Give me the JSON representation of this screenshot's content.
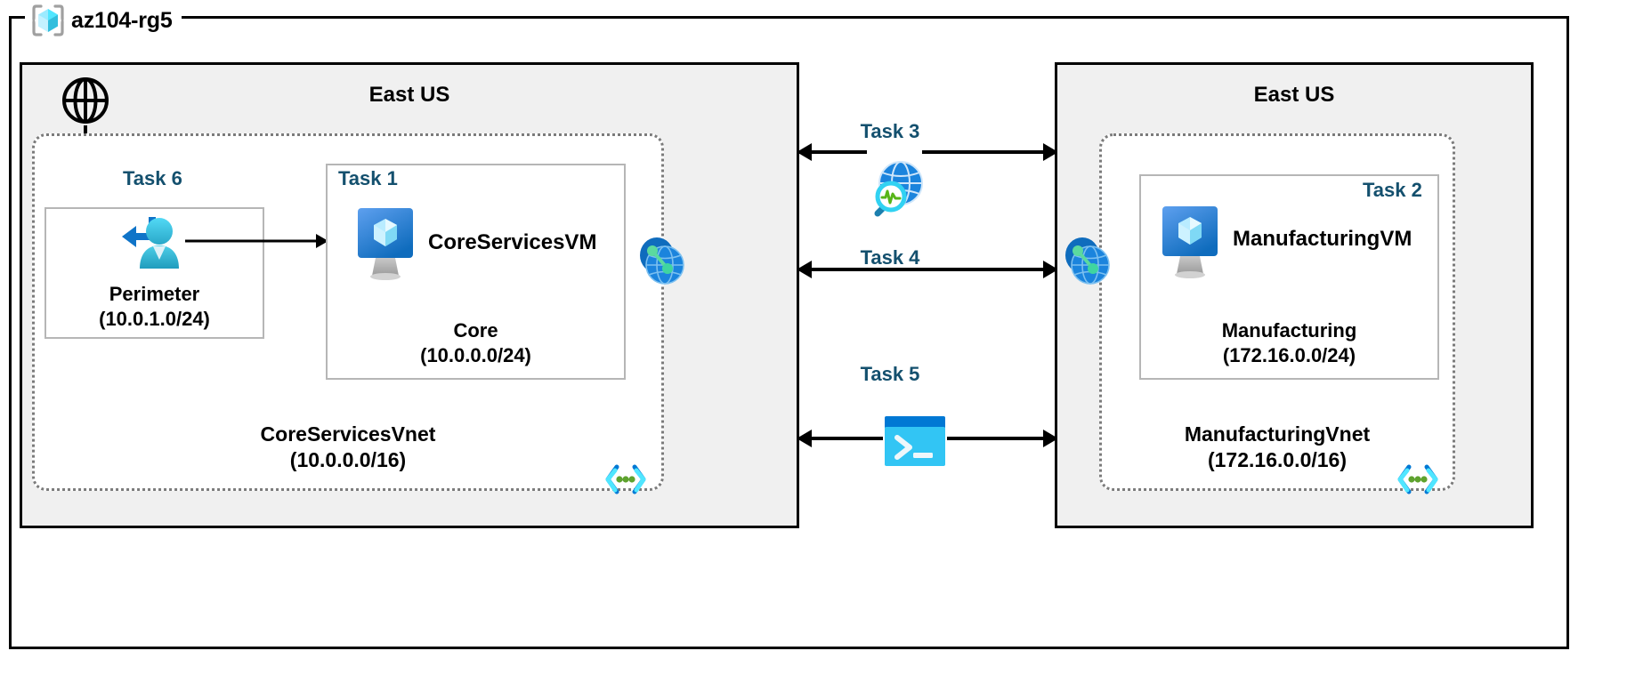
{
  "diagram": {
    "resource_group": {
      "name": "az104-rg5",
      "icon": "azure-resource-group-icon"
    },
    "regions": [
      {
        "id": "left",
        "title": "East US"
      },
      {
        "id": "right",
        "title": "East US"
      }
    ],
    "internet": {
      "icon": "globe-icon"
    },
    "vnets": [
      {
        "id": "core-services-vnet",
        "name": "CoreServicesVnet",
        "cidr": "(10.0.0.0/16)",
        "corner_icon": "virtual-network-icon"
      },
      {
        "id": "manufacturing-vnet",
        "name": "ManufacturingVnet",
        "cidr": "(172.16.0.0/16)",
        "corner_icon": "virtual-network-icon"
      }
    ],
    "subnets": [
      {
        "id": "perimeter",
        "name": "Perimeter",
        "cidr": "(10.0.1.0/24)",
        "task": "Task 6",
        "icon": "bastion-user-icon"
      },
      {
        "id": "core",
        "name": "Core",
        "cidr": "(10.0.0.0/24)",
        "task": "Task 1",
        "vm_name": "CoreServicesVM",
        "icon": "virtual-machine-icon"
      },
      {
        "id": "manufacturing",
        "name": "Manufacturing",
        "cidr": "(172.16.0.0/24)",
        "task": "Task 2",
        "vm_name": "ManufacturingVM",
        "icon": "virtual-machine-icon"
      }
    ],
    "center_tasks": [
      {
        "id": "task3",
        "label": "Task 3",
        "icon": "network-watcher-icon"
      },
      {
        "id": "task4",
        "label": "Task 4",
        "icon": "peering-arrow-icon"
      },
      {
        "id": "task5",
        "label": "Task 5",
        "icon": "cloud-shell-icon"
      }
    ],
    "peering_icons": [
      {
        "id": "peering-left",
        "icon": "vnet-peering-icon"
      },
      {
        "id": "peering-right",
        "icon": "vnet-peering-icon"
      }
    ],
    "colors": {
      "task_label": "#14506e",
      "region_fill": "#f0f0f0",
      "vnet_border": "#7b7b7b",
      "subnet_border": "#b6b6b6",
      "azure_blue": "#0078d4",
      "azure_cyan": "#50e6ff",
      "connector_green": "#5bd99f",
      "outline_black": "#000000"
    }
  }
}
